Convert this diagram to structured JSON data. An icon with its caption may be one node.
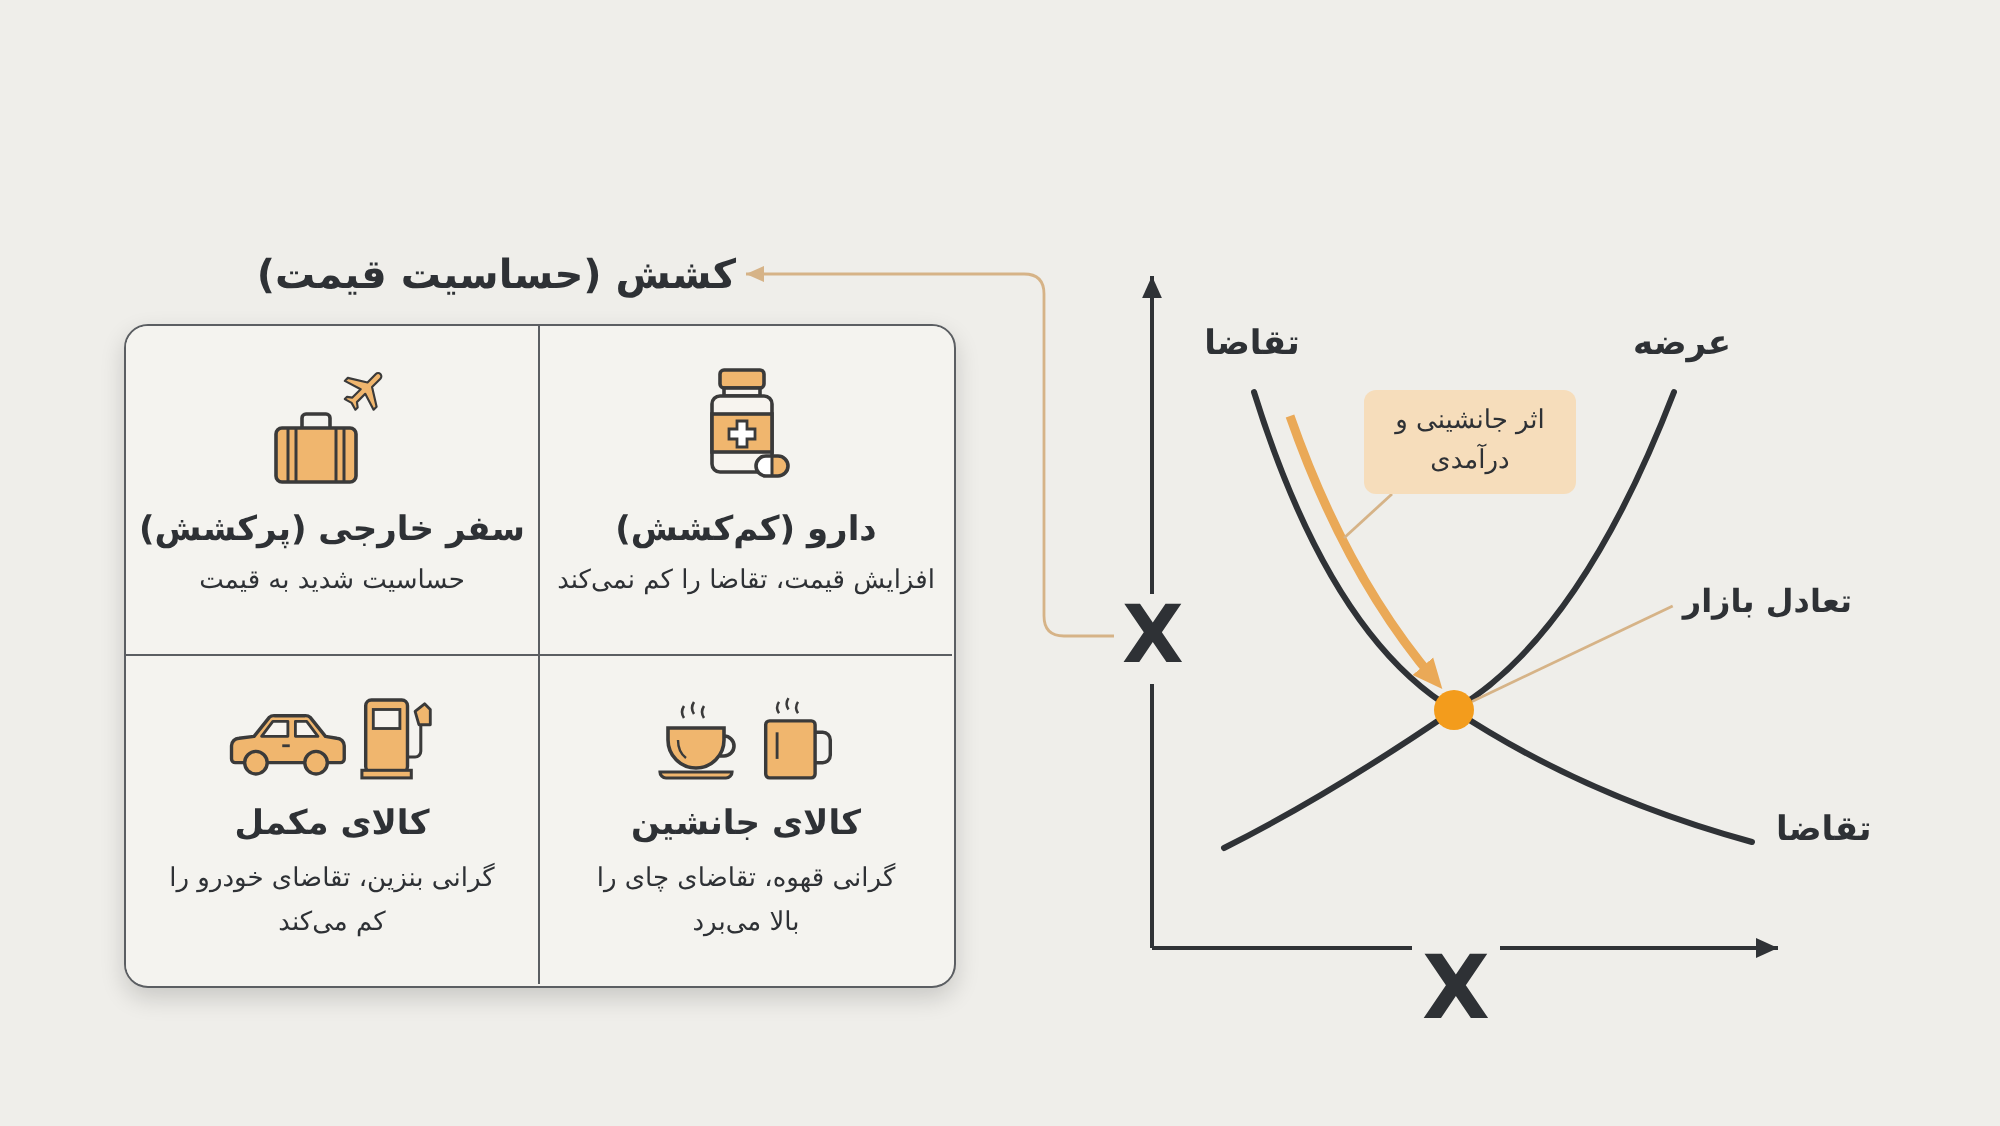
{
  "diagram": {
    "nodes": [
      {
        "text": [
          "کشش (حساسیت قیمت)"
        ]
      },
      {
        "text": [],
        "shape": "box"
      },
      {
        "text": [
          "دارو (کم‌کشش)",
          "افزایش قیمت، تقاضا را کم نمی‌کند"
        ],
        "in": 1
      },
      {
        "text": [
          "سفر خارجی (پرکشش)",
          "حساسیت شدید به قیمت"
        ],
        "in": 1
      },
      {
        "text": [
          "کالای جانشین",
          "گرانی قهوه، تقاضای چای را بالا می‌برد"
        ],
        "in": 1
      },
      {
        "text": [
          "کالای مکمل",
          "گرانی بنزین، تقاضای خودرو را کم می‌کند"
        ],
        "in": 1
      },
      {
        "text": [
          "X"
        ]
      },
      {
        "text": [
          "اثر جانشینی و درآمدی"
        ]
      },
      {
        "text": [
          "تعادل بازار"
        ]
      },
      {
        "text": [],
        "shape": "circle"
      }
    ],
    "edges": [
      {
        "from": 6,
        "to": 0,
        "arrow": "to"
      },
      {
        "from": null,
        "to": 9,
        "arrow": "to",
        "style": "thick",
        "color": "#eaa957"
      },
      {
        "from": 7,
        "to": null,
        "arrow": "none"
      },
      {
        "from": 8,
        "to": 9,
        "arrow": "none"
      }
    ],
    "labels": [
      "تقاضا",
      "عرضه",
      "تقاضا",
      "X"
    ]
  }
}
